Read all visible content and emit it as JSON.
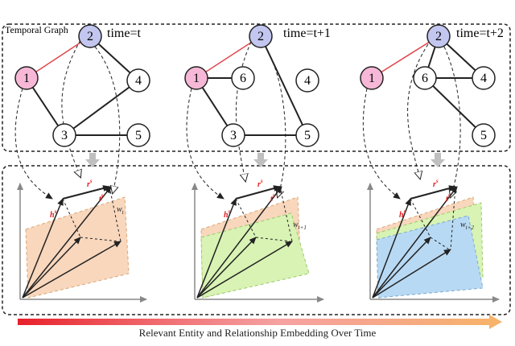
{
  "graph_title": "Temporal Graph",
  "panels": [
    {
      "time_label": "time=t",
      "nodes": [
        "1",
        "2",
        "3",
        "4",
        "5"
      ],
      "weight_label": "w",
      "weight_sub": "t"
    },
    {
      "time_label": "time=t+1",
      "nodes": [
        "1",
        "2",
        "3",
        "4",
        "5",
        "6"
      ],
      "weight_label": "w",
      "weight_sub": "t+1"
    },
    {
      "time_label": "time=t+2",
      "nodes": [
        "1",
        "2",
        "4",
        "5",
        "6"
      ],
      "weight_label": "w",
      "weight_sub": "t+2"
    }
  ],
  "vector_labels": {
    "h": "h",
    "h_sup": "s",
    "r": "r",
    "r_sup": "s",
    "t": "t",
    "t_sup": "s"
  },
  "footer": "Relevant Entity and Relationship Embedding  Over Time",
  "colors": {
    "node_highlight_1": "#f6b8d6",
    "node_highlight_2": "#c3c6ef",
    "red_edge": "#e0474c",
    "plane_orange": "#f8d7bd",
    "plane_green": "#d8f3b4",
    "plane_blue": "#b8d9f3",
    "arrow_grey": "#bfbfbf",
    "gradient_start": "#e8202a",
    "gradient_end": "#f7b36b"
  }
}
